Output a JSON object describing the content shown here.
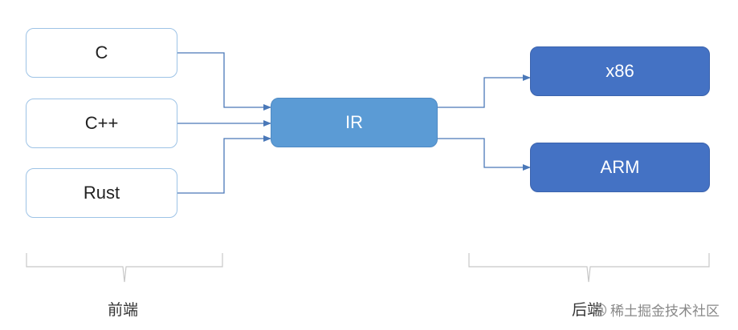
{
  "frontend": {
    "label": "前端",
    "languages": [
      "C",
      "C++",
      "Rust"
    ]
  },
  "ir": {
    "label": "IR"
  },
  "backend": {
    "label": "后端",
    "targets": [
      "x86",
      "ARM"
    ]
  },
  "watermark": {
    "text": "稀土掘金技术社区",
    "icon": "at-sign-icon"
  },
  "colors": {
    "source_border": "#9dc3e6",
    "ir_fill": "#5b9bd5",
    "target_fill": "#4472c4",
    "arrow": "#4a78b8",
    "brace": "#c8c8c8"
  }
}
